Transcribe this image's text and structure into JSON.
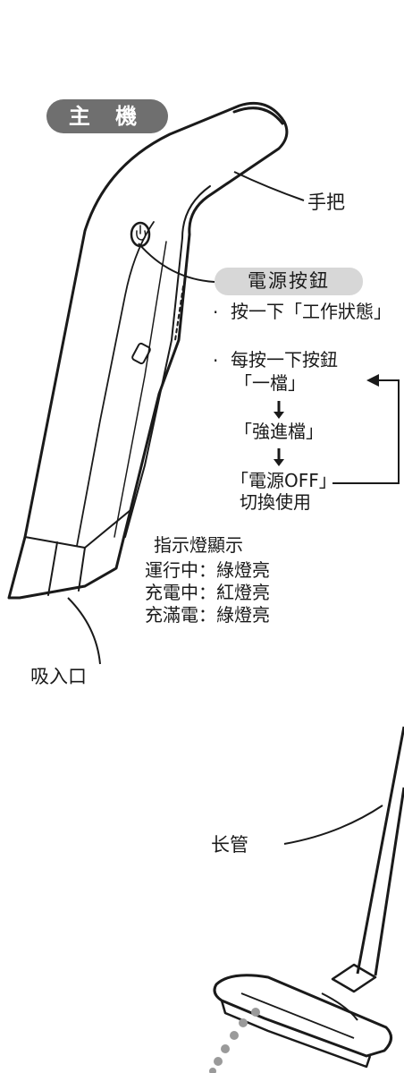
{
  "title_badge": "主 機",
  "labels": {
    "handle": "手把",
    "power_button": "電源按鈕",
    "inlet": "吸入口",
    "long_tube": "长管"
  },
  "power_notes": {
    "bullet": "·",
    "press_once": "按一下「工作狀態」",
    "press_each": "每按一下按鈕",
    "cycle": [
      "「一檔」",
      "「強進檔」",
      "「電源OFF」"
    ],
    "switch_use": "切換使用"
  },
  "indicator": {
    "title": "指示燈顯示",
    "rows": [
      "運行中：綠燈亮",
      "充電中：紅燈亮",
      "充滿電：綠燈亮"
    ]
  }
}
